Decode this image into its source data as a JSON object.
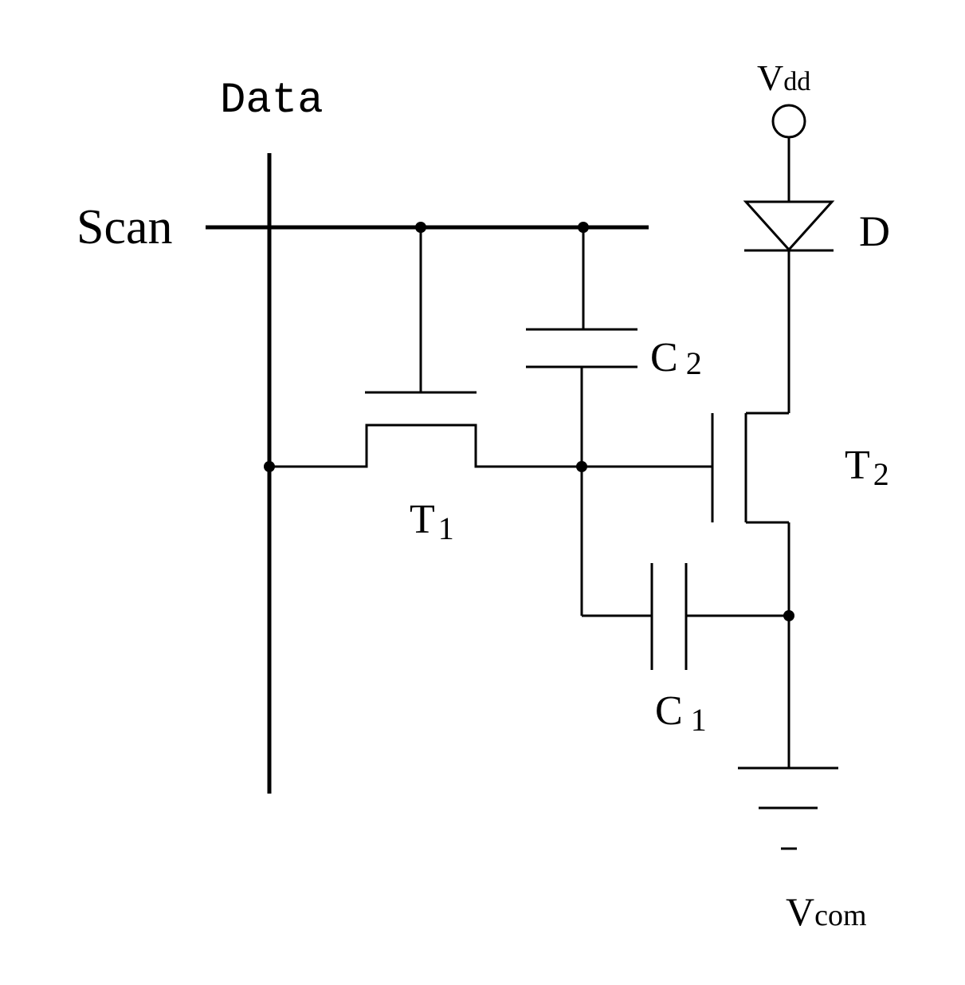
{
  "labels": {
    "data_line": "Data",
    "scan_line": "Scan",
    "supply": {
      "main": "V",
      "sub": "dd"
    },
    "diode": "D",
    "cap_2": {
      "main": "C",
      "sub": "2"
    },
    "cap_1": {
      "main": "C",
      "sub": "1"
    },
    "transistor_1": {
      "main": "T",
      "sub": "1"
    },
    "transistor_2": {
      "main": "T",
      "sub": "2"
    },
    "common": {
      "main": "V",
      "sub": "com"
    }
  }
}
